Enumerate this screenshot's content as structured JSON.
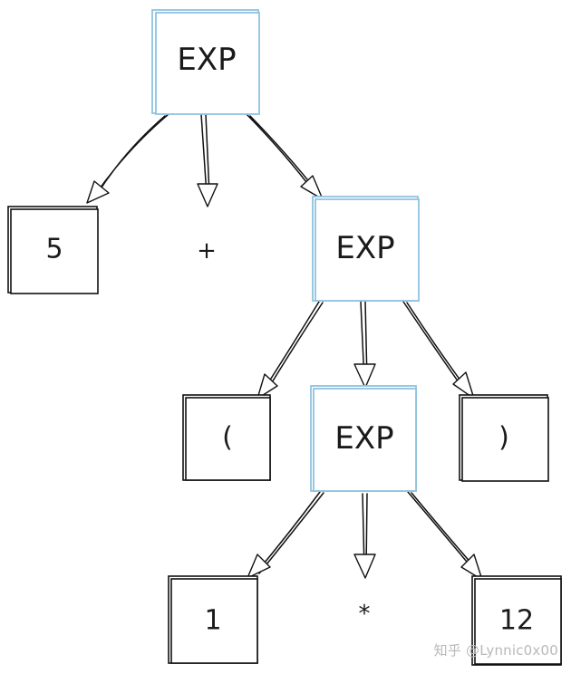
{
  "nodes": {
    "exp_root": "EXP",
    "five": "5",
    "plus": "+",
    "exp_mid": "EXP",
    "lparen": "(",
    "exp_inner": "EXP",
    "rparen": ")",
    "one": "1",
    "star": "*",
    "twelve": "12"
  },
  "watermark": "知乎 @Lynnic0x00",
  "colors": {
    "exp_box": "#8fc3e0",
    "leaf_box": "#111111"
  }
}
